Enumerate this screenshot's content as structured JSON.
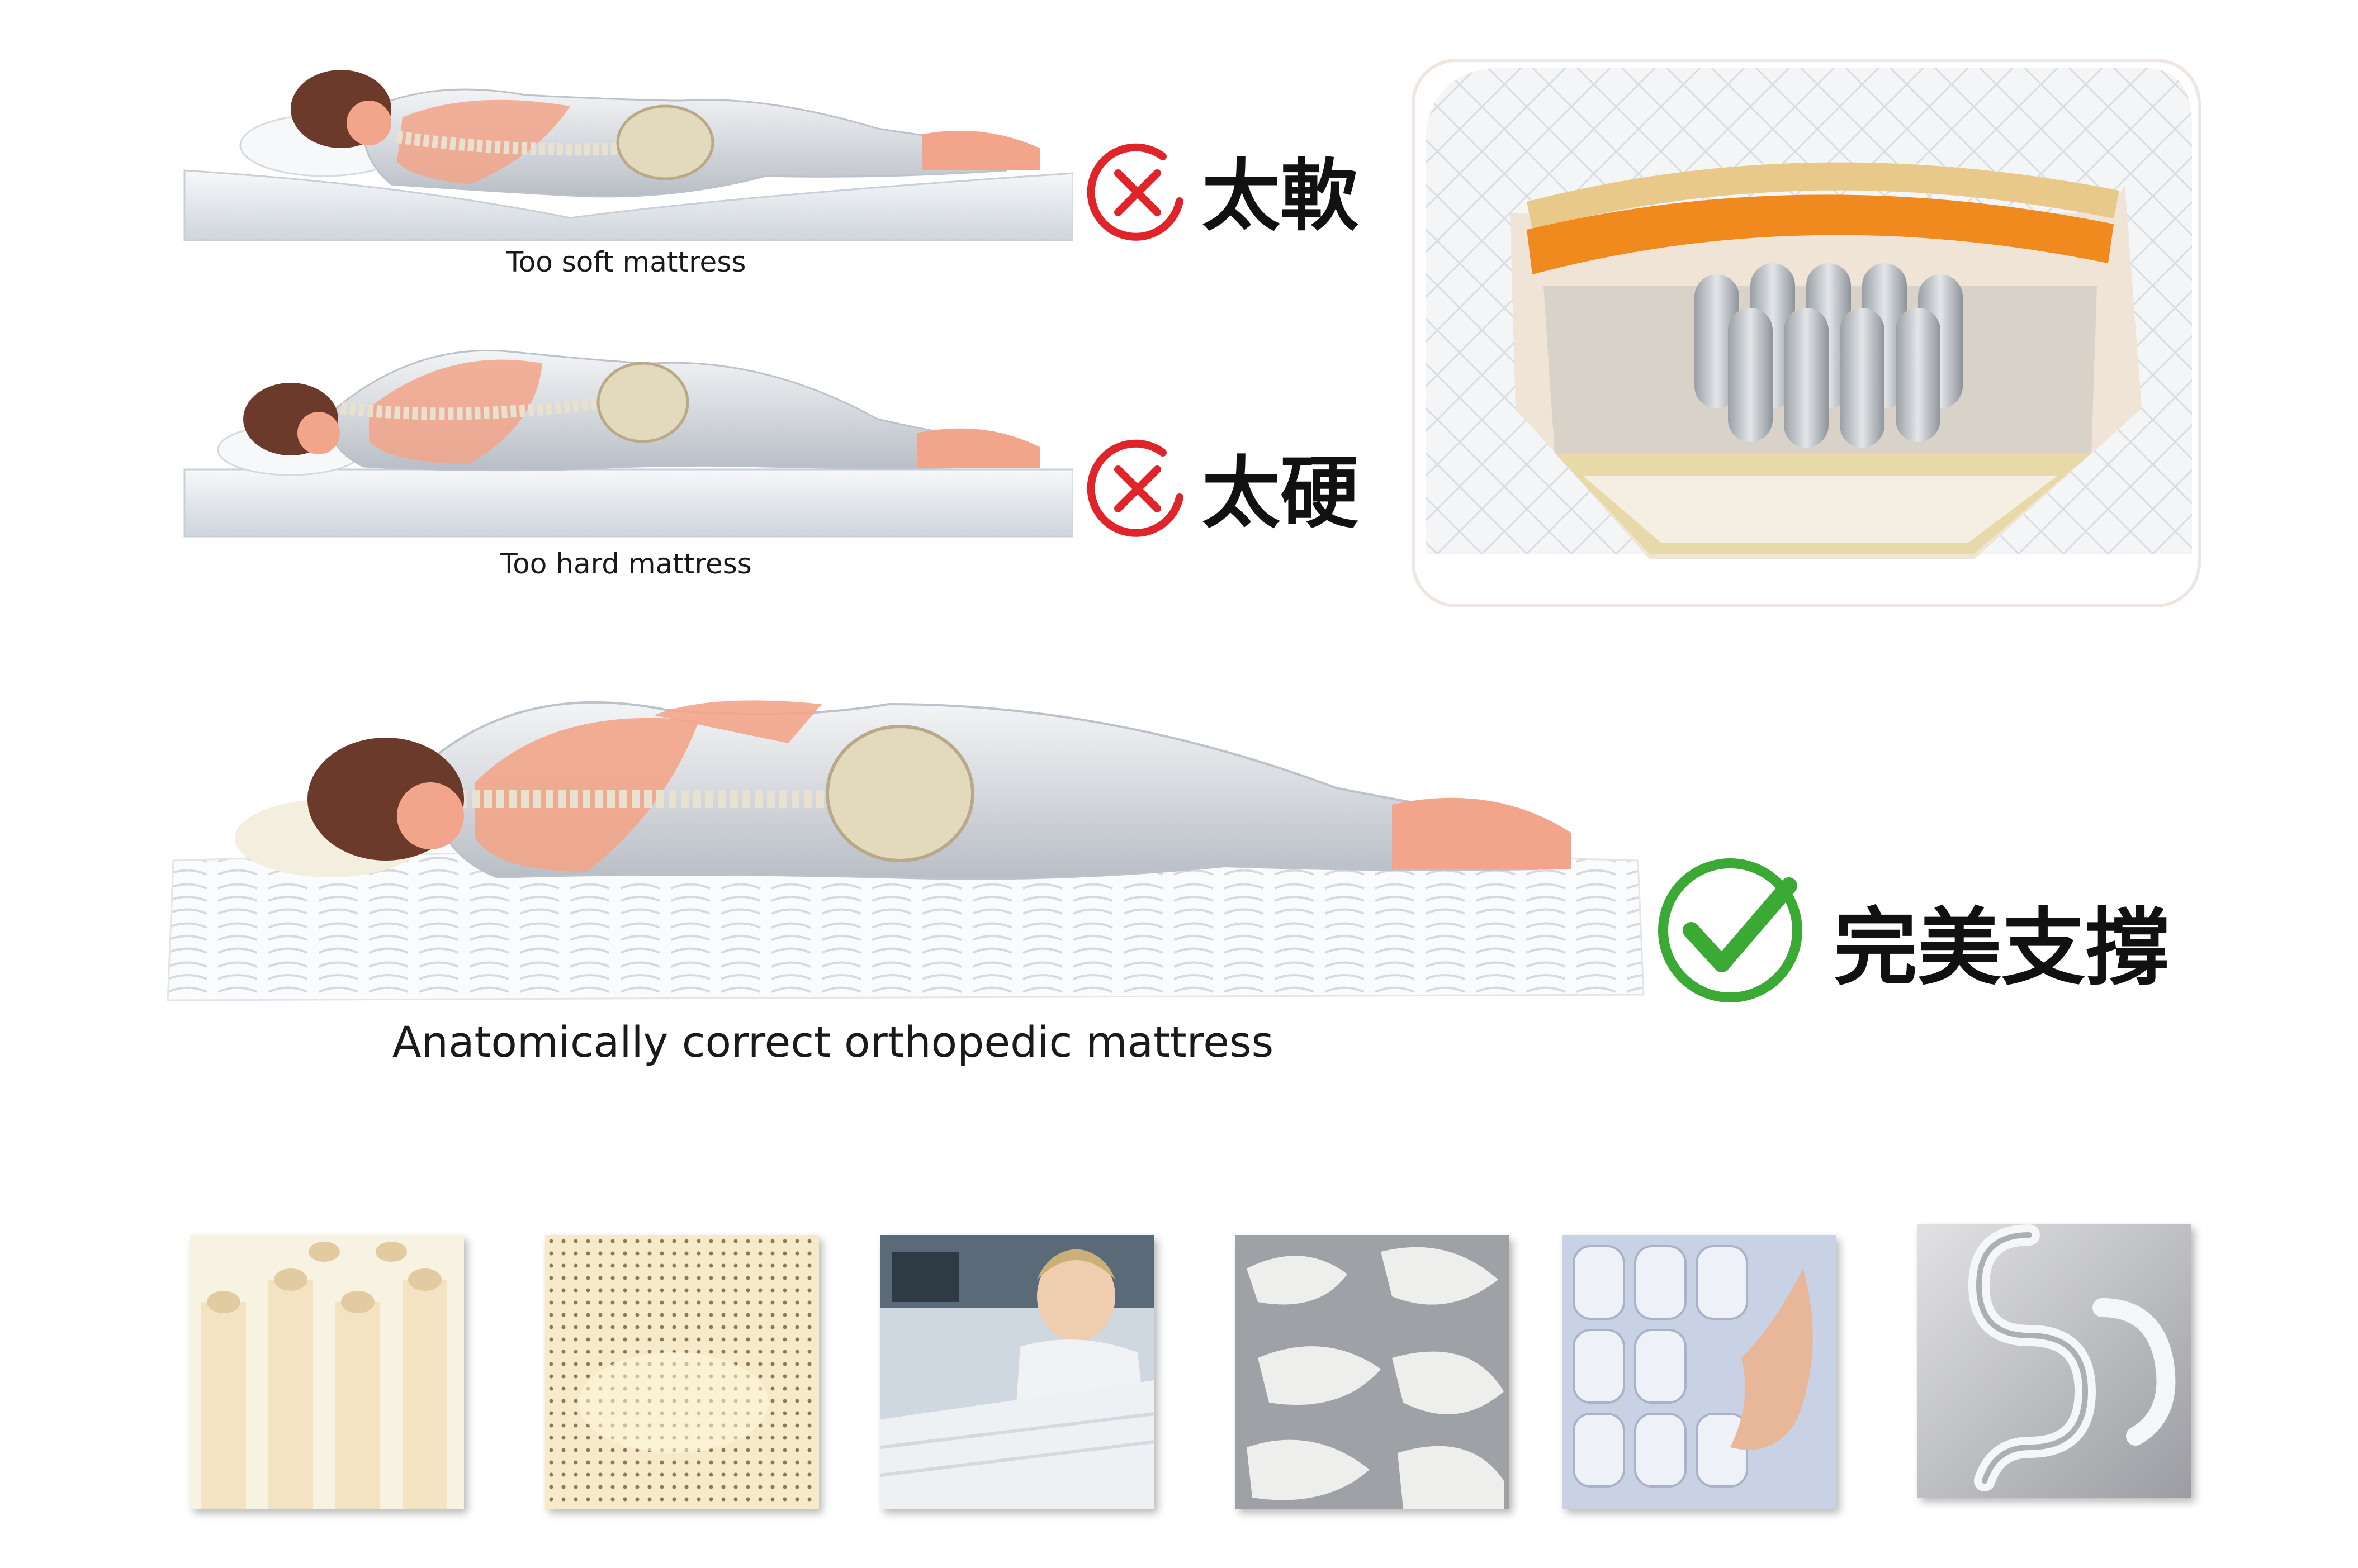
{
  "rows": [
    {
      "id": "too-soft",
      "caption": "Too soft mattress",
      "verdict": "太軟",
      "verdict_icon": "cross-circle-icon"
    },
    {
      "id": "too-hard",
      "caption": "Too hard mattress",
      "verdict": "太硬",
      "verdict_icon": "cross-circle-icon"
    },
    {
      "id": "correct",
      "caption": "Anatomically correct orthopedic mattress",
      "verdict": "完美支撐",
      "verdict_icon": "check-circle-icon"
    }
  ],
  "colors": {
    "cross": "#e0242a",
    "check": "#3aaa35",
    "skin": "#f2a58a",
    "body": "#e3e6ea",
    "hair": "#6b3a2a"
  },
  "thumbnails": [
    "latex-foam-holes",
    "latex-foam-pinhole",
    "factory-worker-sewing",
    "jacquard-fabric",
    "pocket-springs-hand",
    "steel-spring-wire"
  ]
}
